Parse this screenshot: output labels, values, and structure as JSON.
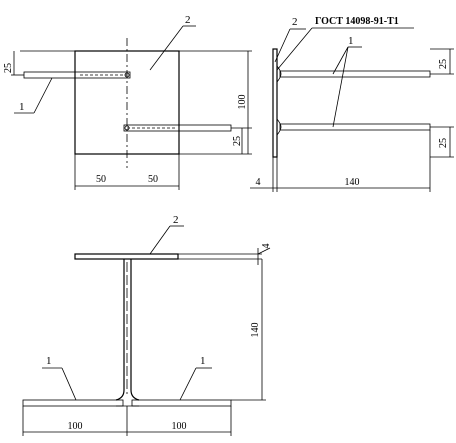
{
  "standard_label": "ГОСТ 14098-91-Т1",
  "labels": {
    "anchor": "1",
    "plate": "2"
  },
  "front_view": {
    "dim_top_offset": "25",
    "dim_height": "100",
    "dim_bottom_offset": "25",
    "dim_half_left": "50",
    "dim_half_right": "50"
  },
  "side_view": {
    "dim_plate_thickness": "4",
    "dim_length": "140",
    "dim_top_offset": "25",
    "dim_bottom_offset": "25"
  },
  "bottom_view": {
    "dim_thickness": "4",
    "dim_height": "140",
    "dim_left": "100",
    "dim_right": "100"
  }
}
